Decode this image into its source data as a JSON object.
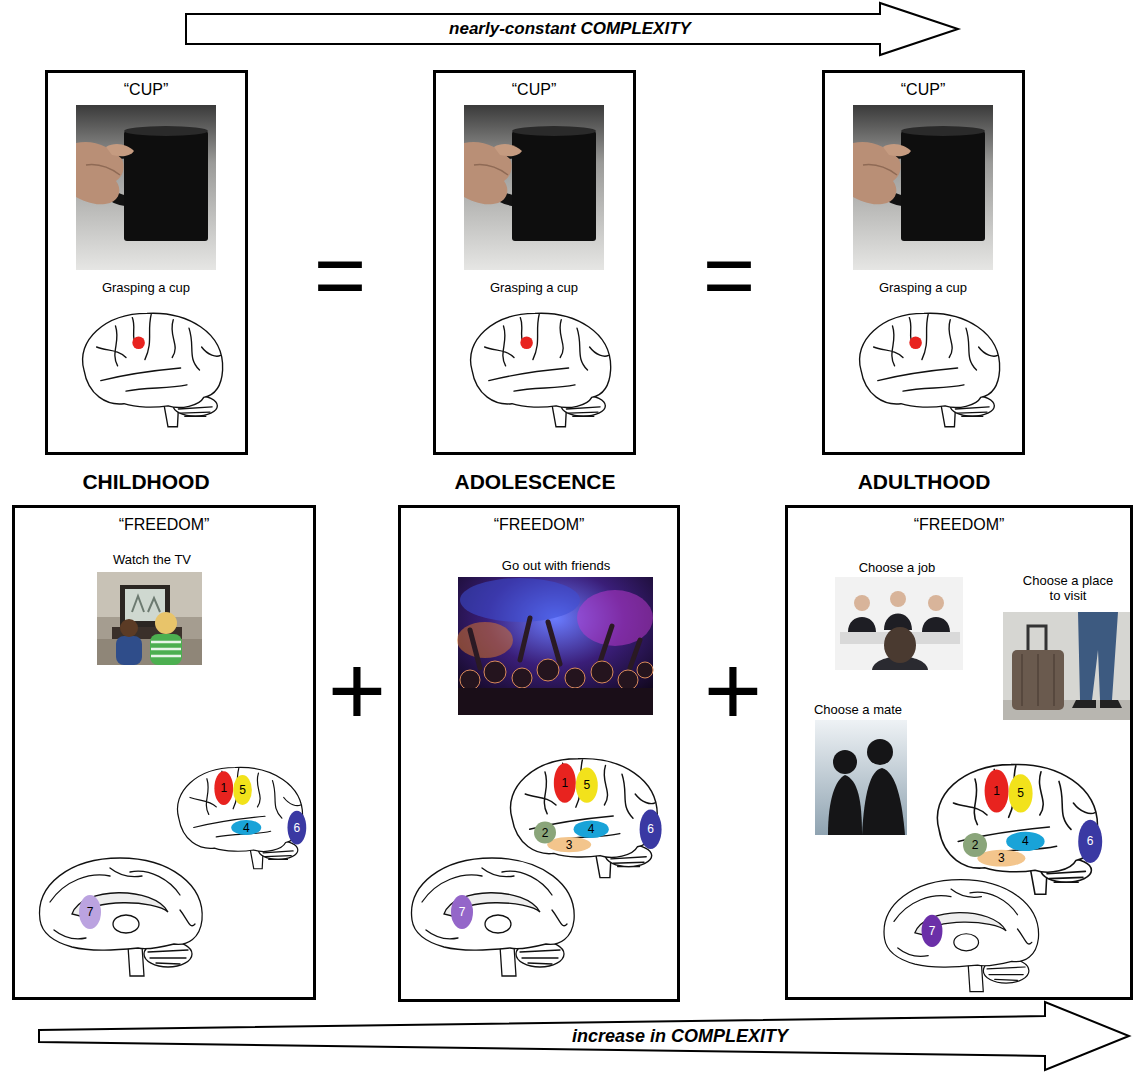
{
  "diagram": {
    "nodes": [
      {
        "text": [
          "nearly-constant COMPLEXITY"
        ]
      },
      {
        "text": [
          "“CUP”",
          "Grasping a cup"
        ]
      },
      {
        "text": [
          "“CUP”",
          "Grasping a cup"
        ]
      },
      {
        "text": [
          "“CUP”",
          "Grasping a cup"
        ]
      },
      {
        "text": [
          "“FREEDOM”",
          "Watch the TV"
        ]
      },
      {
        "text": [
          "“FREEDOM”",
          "Go out with friends"
        ]
      },
      {
        "text": [
          "“FREEDOM”",
          "Choose a job",
          "Choose a place to visit",
          "Choose a mate"
        ]
      },
      {
        "text": [
          "increase in COMPLEXITY"
        ]
      }
    ],
    "labels": [
      "=",
      "=",
      "CHILDHOOD",
      "ADOLESCENCE",
      "ADULTHOOD",
      "+",
      "+",
      "1",
      "5",
      "4",
      "6",
      "7",
      "1",
      "5",
      "2",
      "3",
      "4",
      "6",
      "7",
      "1",
      "5",
      "2",
      "3",
      "4",
      "6",
      "7"
    ]
  }
}
